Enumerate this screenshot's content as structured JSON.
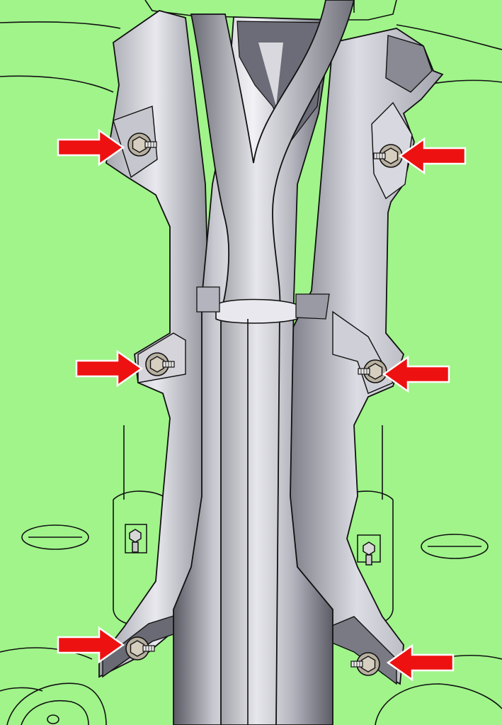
{
  "colors": {
    "background": "#a0f48a",
    "outline": "#111111",
    "metal_light": "#e4e4ea",
    "metal_mid": "#a8a8b2",
    "metal_dark": "#54545e",
    "arrow_fill": "#ee1111",
    "arrow_outline": "#ffffff",
    "nut": "#b8b0a0"
  },
  "fasteners": [
    {
      "id": "upper-left",
      "side": "left"
    },
    {
      "id": "upper-right",
      "side": "right"
    },
    {
      "id": "middle-left",
      "side": "left"
    },
    {
      "id": "middle-right",
      "side": "right"
    },
    {
      "id": "lower-left",
      "side": "left"
    },
    {
      "id": "lower-right",
      "side": "right"
    }
  ]
}
